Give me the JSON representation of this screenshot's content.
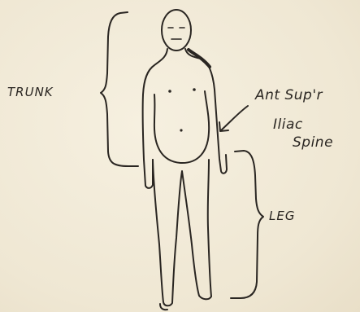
{
  "labels": {
    "trunk": "TRUNK",
    "leg": "LEG",
    "landmark_line1": "Ant Sup'r",
    "landmark_line2": "Iliac",
    "landmark_line3": "Spine"
  },
  "colors": {
    "paper": "#f1ead8",
    "ink": "#2a2622"
  }
}
